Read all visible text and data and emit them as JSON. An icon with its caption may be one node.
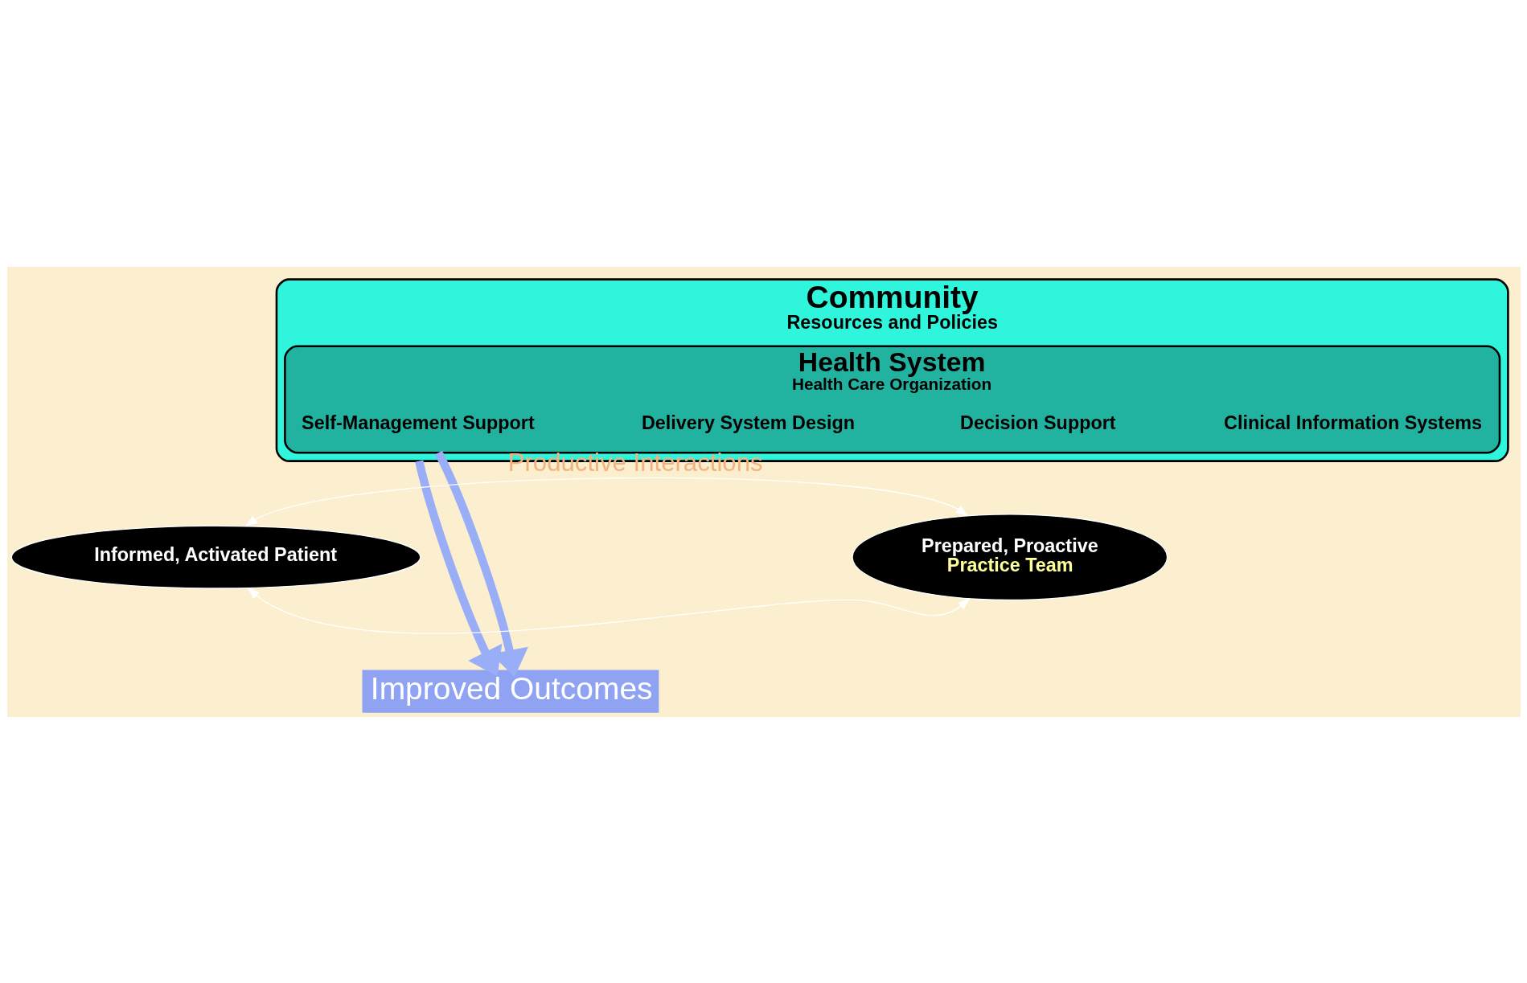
{
  "diagram": {
    "nodes": [
      {
        "text": [
          "Community",
          "Resources and Policies"
        ]
      },
      {
        "text": [
          "Health System",
          "Health Care Organization"
        ],
        "in": 0
      },
      {
        "text": [
          "Self-Management Support"
        ],
        "in": 1
      },
      {
        "text": [
          "Delivery System Design"
        ],
        "in": 1
      },
      {
        "text": [
          "Decision Support"
        ],
        "in": 1
      },
      {
        "text": [
          "Clinical Information Systems"
        ],
        "in": 1
      },
      {
        "text": [
          "Informed, Activated Patient"
        ]
      },
      {
        "text": [
          "Prepared, Proactive",
          "Practice Team"
        ]
      },
      {
        "text": [
          "Improved Outcomes"
        ]
      }
    ],
    "edges": [
      {
        "from": 0,
        "to": 8,
        "arrow": "to",
        "style": "thick"
      },
      {
        "from": 1,
        "to": 8,
        "arrow": "to",
        "style": "thick"
      },
      {
        "from": 6,
        "to": 7,
        "arrow": "both",
        "label": "Productive Interactions",
        "color": "#ffffff"
      },
      {
        "from": 6,
        "to": 7,
        "arrow": "both",
        "color": "#ffffff"
      }
    ]
  }
}
